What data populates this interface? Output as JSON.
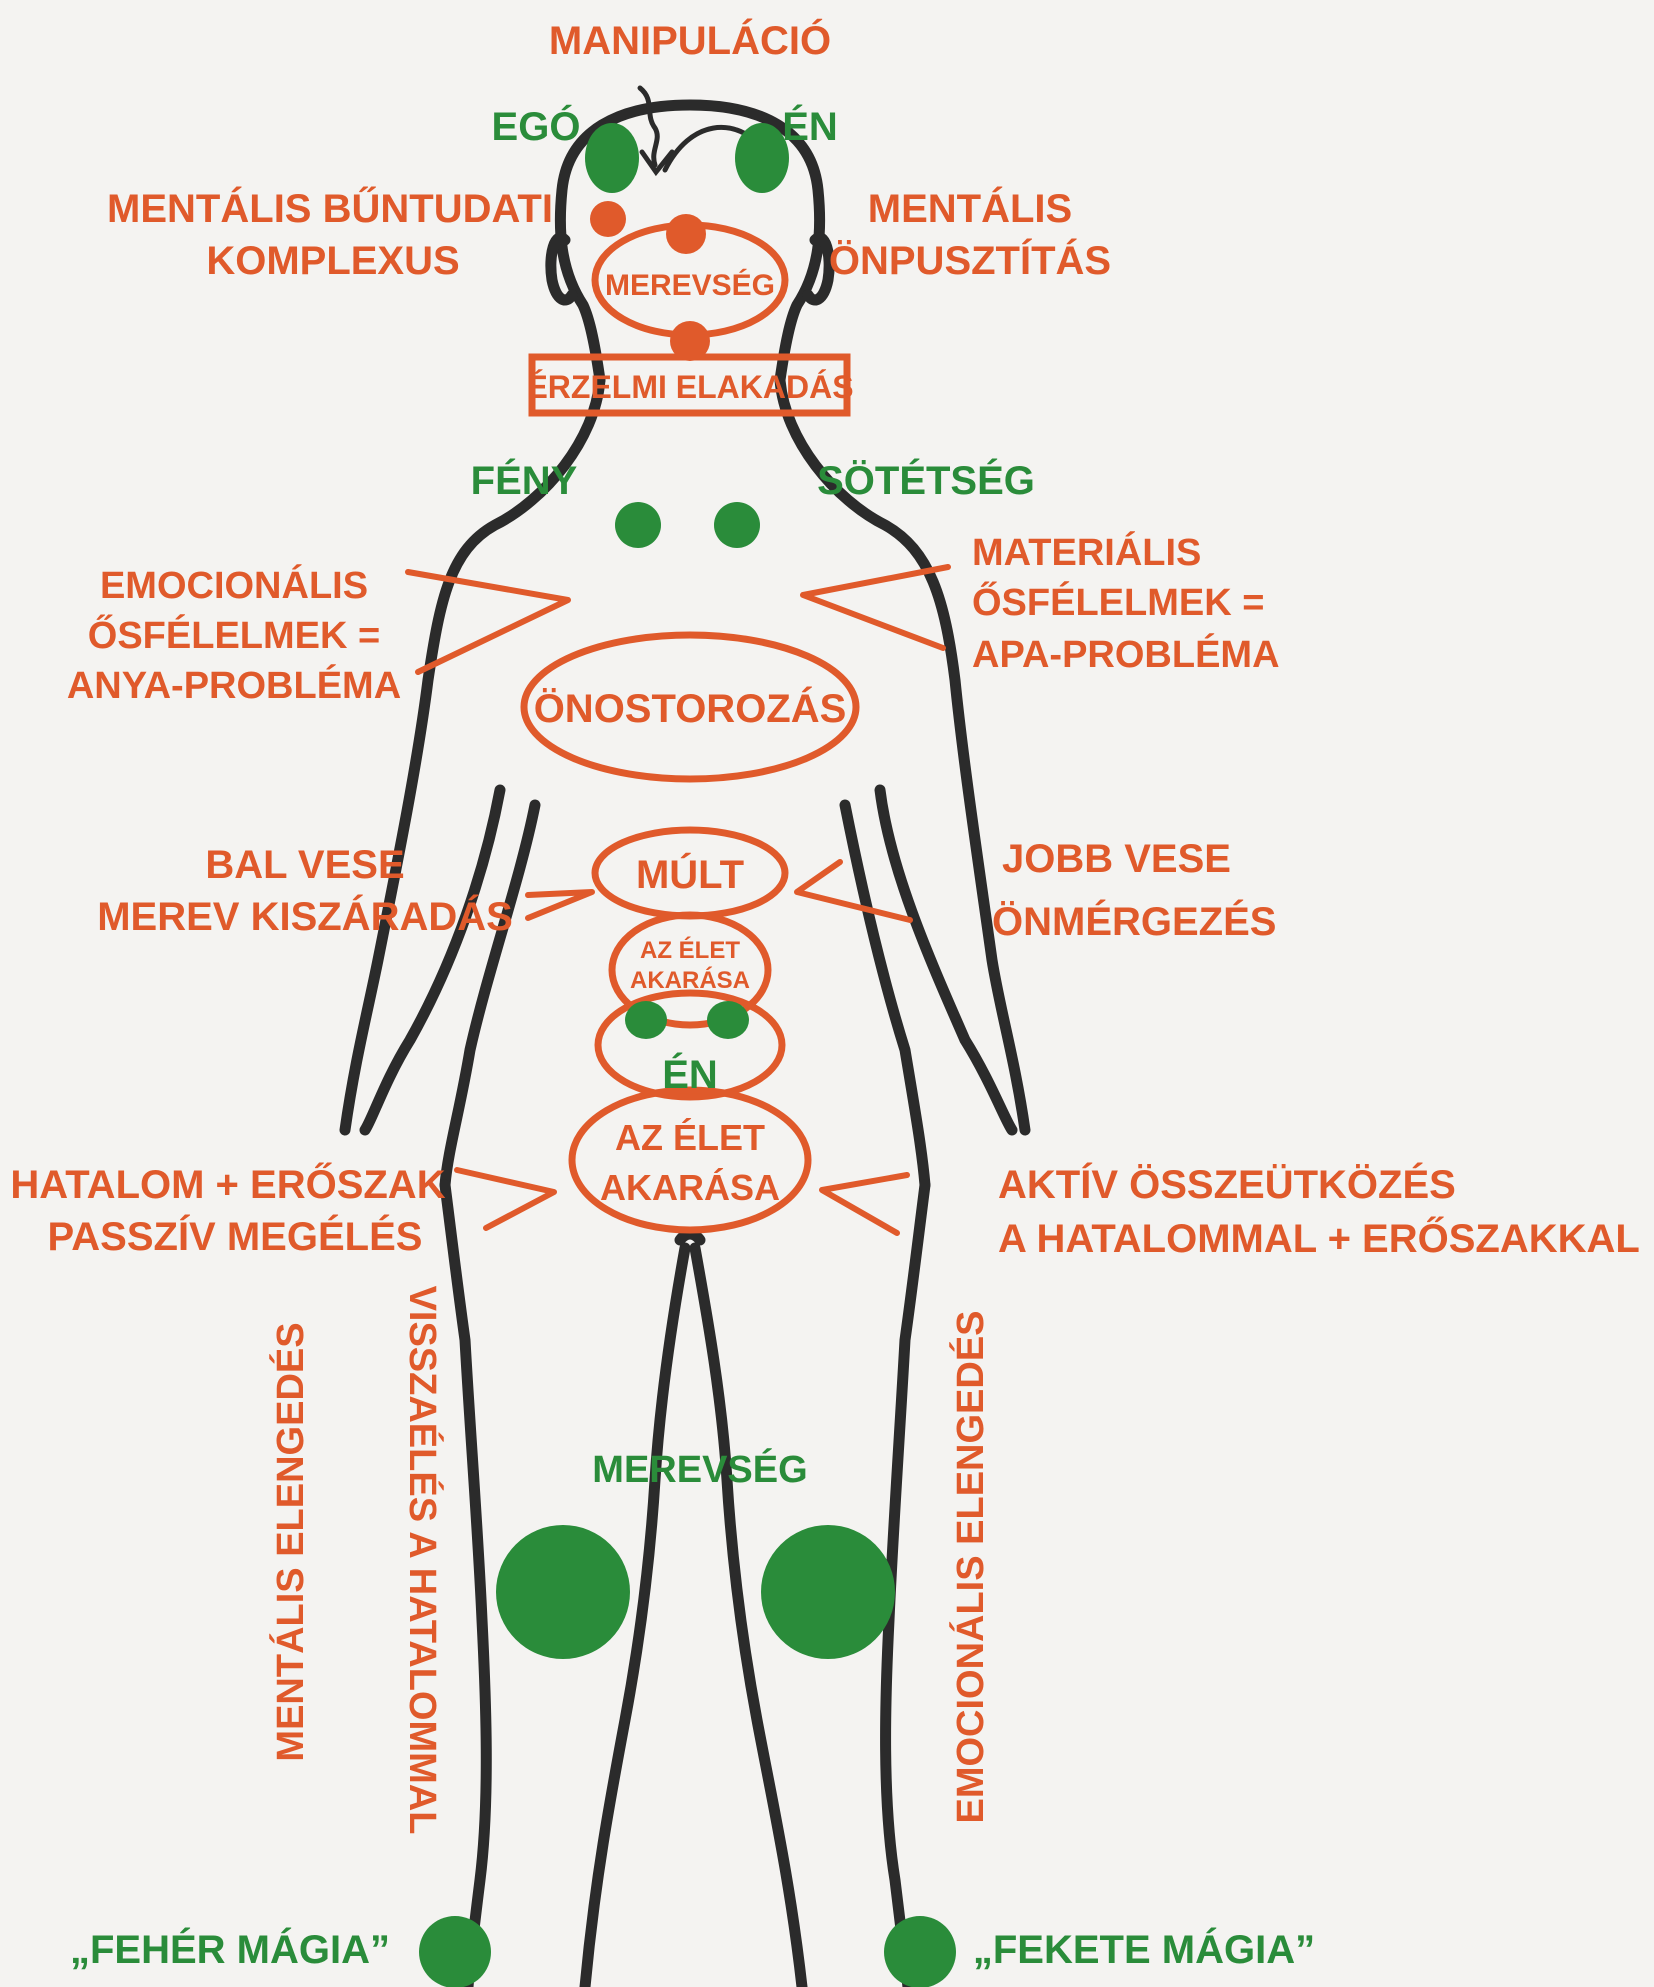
{
  "colors": {
    "orange": "#e05a2b",
    "green": "#2a8c3a",
    "outline": "#2b2b2b",
    "background": "#f4f3f1"
  },
  "labels": {
    "manipulacio": "MANIPULÁCIÓ",
    "ego": "EGÓ",
    "en_top": "ÉN",
    "mentalis_buntudati_1": "MENTÁLIS BŰNTUDATI",
    "mentalis_buntudati_2": "KOMPLEXUS",
    "mentalis_onpusztitas_1": "MENTÁLIS",
    "mentalis_onpusztitas_2": "ÖNPUSZTÍTÁS",
    "merevseg_head": "MEREVSÉG",
    "erzelmi_elakadas": "ÉRZELMI ELAKADÁS",
    "feny": "FÉNY",
    "sotetseg": "SÖTÉTSÉG",
    "emocionalis_1": "EMOCIONÁLIS",
    "emocionalis_2": "ŐSFÉLELMEK =",
    "emocionalis_3": "ANYA-PROBLÉMA",
    "materialis_1": "MATERIÁLIS",
    "materialis_2": "ŐSFÉLELMEK =",
    "materialis_3": "APA-PROBLÉMA",
    "onostorozas": "ÖNOSTOROZÁS",
    "bal_vese_1": "BAL VESE",
    "bal_vese_2": "MEREV KISZÁRADÁS",
    "mult": "MÚLT",
    "jobb_vese_1": "JOBB VESE",
    "jobb_vese_2": "ÖNMÉRGEZÉS",
    "elet_akarasa_small_1": "AZ ÉLET",
    "elet_akarasa_small_2": "AKARÁSA",
    "en_belly": "ÉN",
    "elet_akarasa_large_1": "AZ ÉLET",
    "elet_akarasa_large_2": "AKARÁSA",
    "hatalom_1": "HATALOM + ERŐSZAK",
    "hatalom_2": "PASSZÍV MEGÉLÉS",
    "aktiv_1": "AKTÍV ÖSSZEÜTKÖZÉS",
    "aktiv_2": "A HATALOMMAL + ERŐSZAKKAL",
    "merevseg_knees": "MEREVSÉG",
    "mentalis_elengedes": "MENTÁLIS ELENGEDÉS",
    "visszaeles": "VISSZAÉLÉS A HATALOMMAL",
    "emocionalis_elengedes": "EMOCIONÁLIS ELENGEDÉS",
    "feher_magia": "„FEHÉR MÁGIA”",
    "fekete_magia": "„FEKETE MÁGIA”"
  }
}
